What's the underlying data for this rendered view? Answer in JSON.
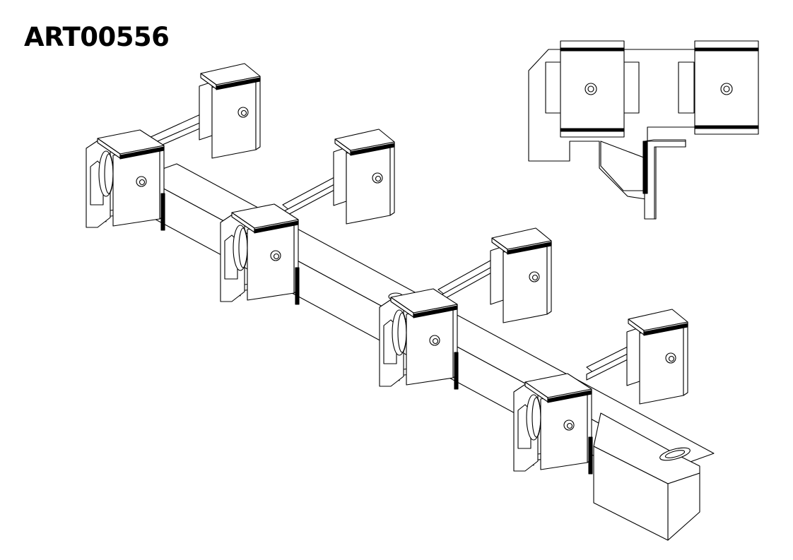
{
  "drawing": {
    "part_number": "ART00556",
    "views": [
      "isometric-view",
      "side-view"
    ],
    "carriage_count": 4,
    "colors": {
      "line": "#000000",
      "background": "#ffffff",
      "strip": "#000000"
    }
  }
}
